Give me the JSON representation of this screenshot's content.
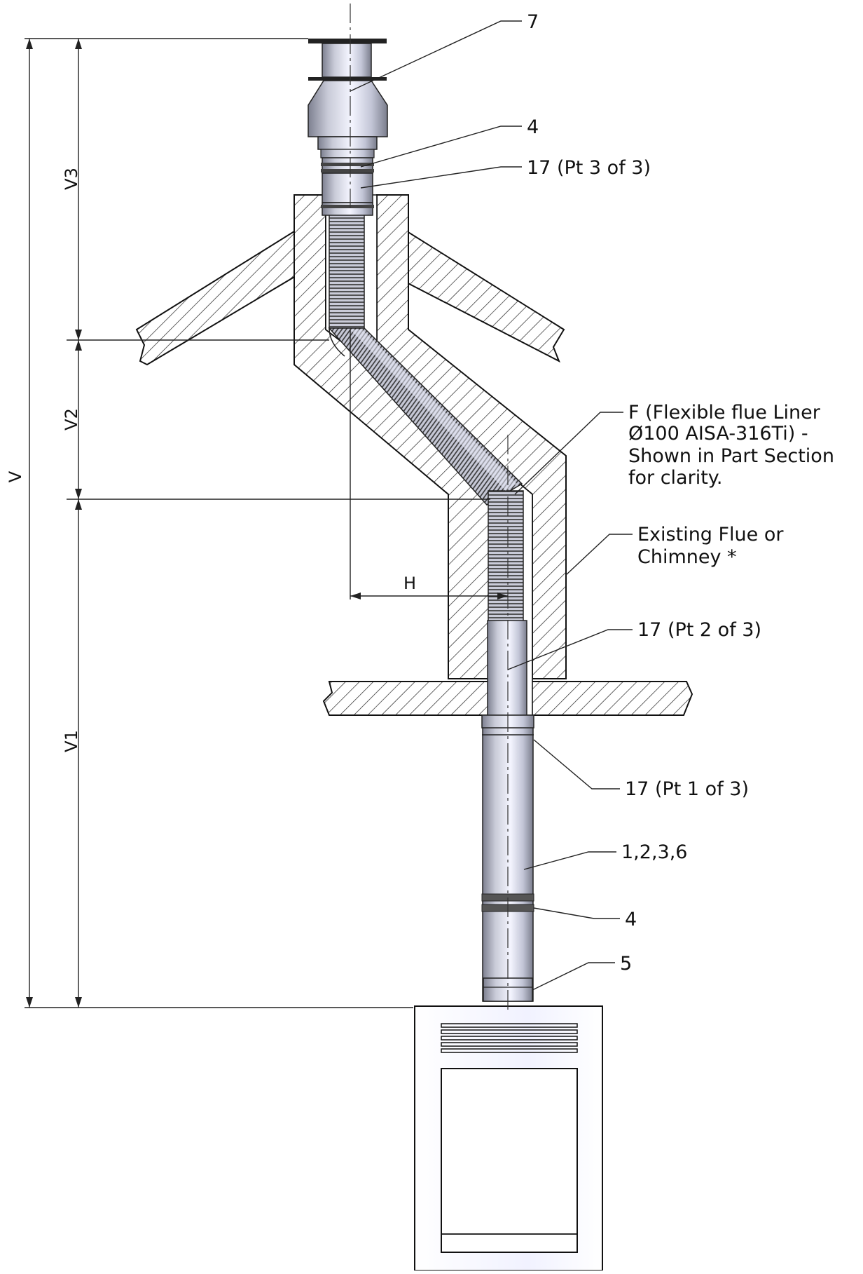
{
  "labels": {
    "item_7": "7",
    "item_4_top": "4",
    "item_17_pt3": "17 (Pt 3 of 3)",
    "flex_liner_line1": "F (Flexible flue Liner",
    "flex_liner_line2": "Ø100 AISA-316Ti) -",
    "flex_liner_line3": "Shown in Part Section",
    "flex_liner_line4": "for clarity.",
    "existing_flue_line1": "Existing Flue or",
    "existing_flue_line2": "Chimney *",
    "item_17_pt2": "17 (Pt 2 of 3)",
    "item_17_pt1": "17 (Pt 1 of 3)",
    "item_1236": "1,2,3,6",
    "item_4_bottom": "4",
    "item_5": "5"
  },
  "dimensions": {
    "overall": "V",
    "v1": "V1",
    "v2": "V2",
    "v3": "V3",
    "horizontal": "H"
  },
  "colors": {
    "line": "#111111",
    "pipe_highlight": "#e9ecff",
    "pipe_shade": "#8c8f9e",
    "hatch": "#222222"
  }
}
